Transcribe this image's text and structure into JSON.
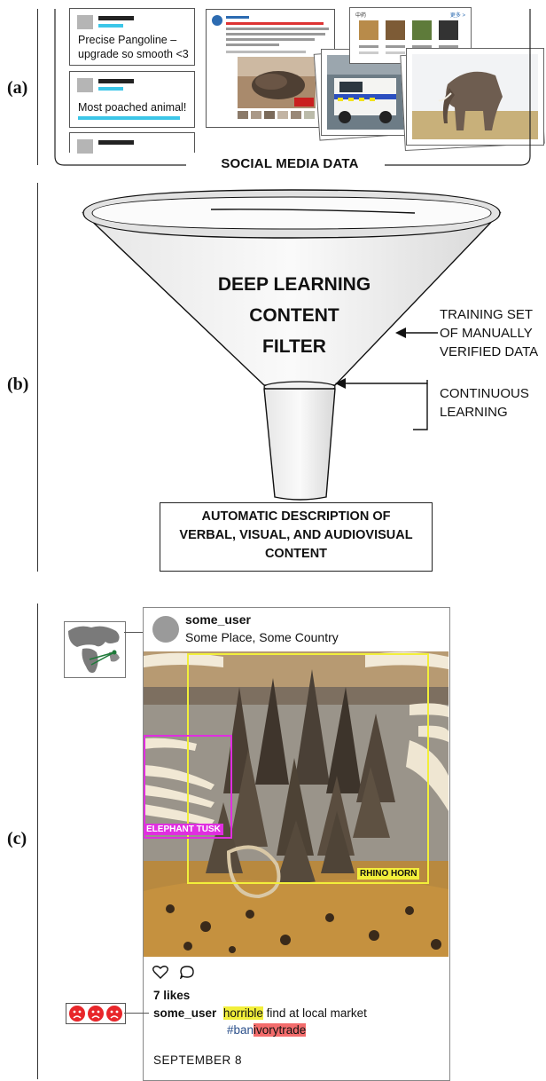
{
  "panels": {
    "a": "(a)",
    "b": "(b)",
    "c": "(c)"
  },
  "panel_a": {
    "tweets": [
      {
        "text": "Precise Pangoline – upgrade so smooth <3"
      },
      {
        "text": "Most poached animal!"
      }
    ],
    "cn_post": {
      "tab_title": "中药",
      "more_link": "更多 >"
    },
    "caption": "SOCIAL MEDIA DATA"
  },
  "panel_b": {
    "filter_title": "DEEP LEARNING CONTENT FILTER",
    "filter_lines": [
      "DEEP LEARNING",
      "CONTENT",
      "FILTER"
    ],
    "training_note": [
      "TRAINING SET",
      "OF MANUALLY",
      "VERIFIED DATA"
    ],
    "learning_note": [
      "CONTINUOUS",
      "LEARNING"
    ],
    "output_lines": [
      "AUTOMATIC DESCRIPTION OF",
      "VERBAL, VISUAL, AND AUDIOVISUAL",
      "CONTENT"
    ]
  },
  "panel_c": {
    "username": "some_user",
    "location": "Some Place, Some Country",
    "boxes": [
      {
        "label": "ELEPHANT TUSK",
        "color": "#e02ee0"
      },
      {
        "label": "RHINO HORN",
        "color": "#f2ef3a"
      }
    ],
    "likes": "7 likes",
    "caption_user": "some_user",
    "caption_word_hl": "horrible",
    "caption_rest": " find at local market",
    "hashtag_prefix": "#ban",
    "hashtag_hl": "ivorytrade",
    "date": "SEPTEMBER 8",
    "sentiment_icons": [
      "sad-face",
      "sad-face",
      "sad-face"
    ],
    "icons": {
      "like": "heart-icon",
      "comment": "comment-icon",
      "map": "world-map-icon"
    }
  },
  "colors": {
    "accent_blue": "#3cc6e8",
    "tusk_magenta": "#e02ee0",
    "horn_yellow": "#f2ef3a",
    "negative_red": "#e8262a"
  }
}
